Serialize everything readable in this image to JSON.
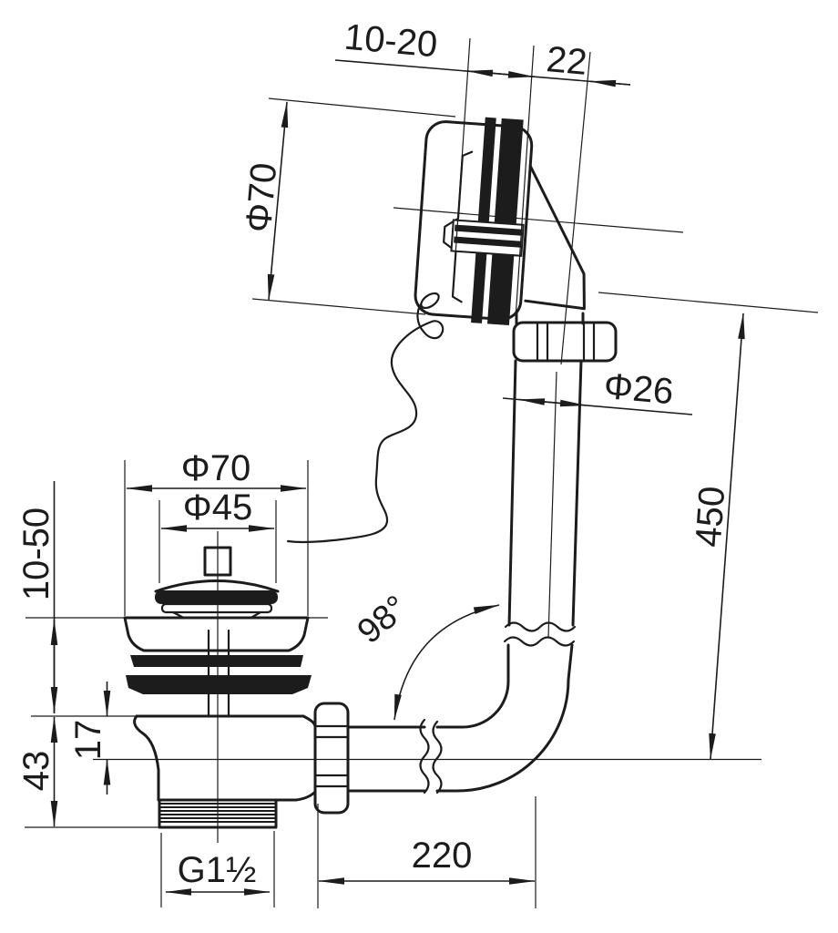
{
  "drawing": {
    "type": "technical-dimension-drawing",
    "subject": "bath-waste-overflow-fitting",
    "background_color": "#ffffff",
    "line_color": "#1c1c1c",
    "dims": {
      "head_gap": "10-20",
      "head_width": "22",
      "overflow_head_dia": "Φ70",
      "pipe_dia": "Φ26",
      "overall_height": "450",
      "waste_flange_dia": "Φ70",
      "plug_dia": "Φ45",
      "floor_thickness": "10-50",
      "elbow_angle": "98°",
      "outlet_offset": "17",
      "body_height": "43",
      "horizontal_reach": "220",
      "thread_size": "G1½"
    }
  }
}
